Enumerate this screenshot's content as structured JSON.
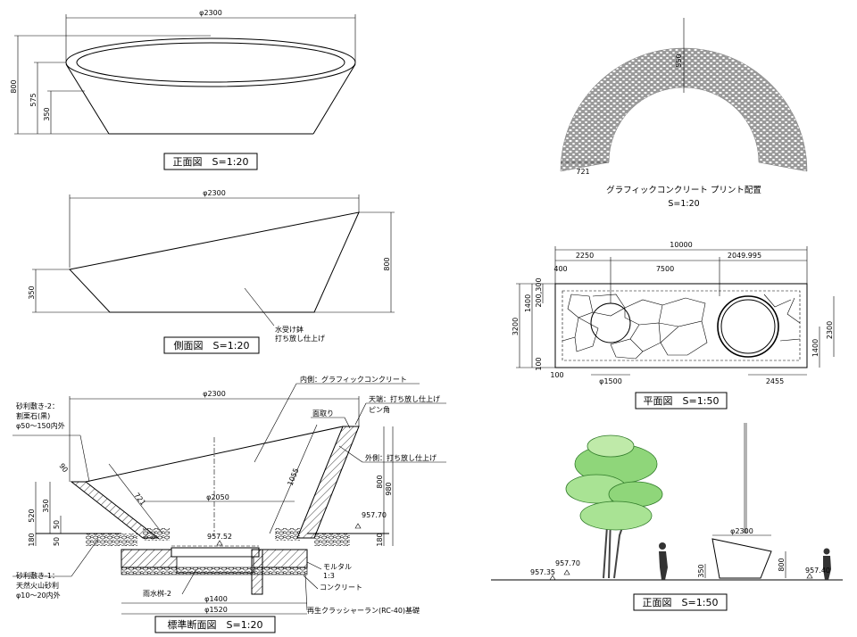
{
  "front_elev": {
    "title": "正面図　S=1:20",
    "dim_top": "φ2300",
    "dim_800": "800",
    "dim_575": "575",
    "dim_350": "350"
  },
  "side_elev": {
    "title": "側面図　S=1:20",
    "dim_top": "φ2300",
    "dim_800": "800",
    "dim_350": "350",
    "note1": "水受け鉢",
    "note2": "打ち放し仕上げ"
  },
  "section": {
    "title": "標準断面図　S=1:20",
    "dim_top": "φ2300",
    "dim_2050": "φ2050",
    "dim_1400": "φ1400",
    "dim_1520": "φ1520",
    "dim_721": "721",
    "dim_1055": "1055",
    "dim_90": "90",
    "dim_800": "800",
    "dim_980": "980",
    "dim_520": "520",
    "dim_350": "350",
    "dim_180a": "180",
    "dim_50a": "50",
    "dim_50b": "50",
    "dim_180b": "180",
    "lvl_1": "957.70",
    "lvl_2": "957.52",
    "n_gravel2_a": "砂利敷き-2：",
    "n_gravel2_b": "割栗石(黒)",
    "n_gravel2_c": "φ50～150内外",
    "n_gravel1_a": "砂利敷き-1：",
    "n_gravel1_b": "天然火山砂利",
    "n_gravel1_c": "φ10～20内外",
    "n_inner": "内側：グラフィックコンクリート",
    "n_chamfer": "面取り",
    "n_top_a": "天端：打ち放し仕上げ",
    "n_top_b": "ピン角",
    "n_outer": "外側：打ち放し仕上げ",
    "n_mortar_a": "モルタル",
    "n_mortar_b": "1:3",
    "n_concrete": "コンクリート",
    "n_drain": "雨水桝-2",
    "n_base": "再生クラッシャーラン(RC-40)基礎"
  },
  "print_layout": {
    "title_a": "グラフィックコンクリート プリント配置",
    "title_b": "S=1:20",
    "dim_550": "550",
    "dim_721": "721"
  },
  "plan": {
    "title": "平面図　S=1:50",
    "dim_10000": "10000",
    "dim_2250": "2250",
    "dim_7500": "7500",
    "dim_2049": "2049.995",
    "dim_400": "400",
    "dim_200_300": "200,300",
    "dim_1400a": "1400",
    "dim_3200": "3200",
    "dim_100a": "100",
    "dim_100b": "100",
    "dim_1500": "φ1500",
    "dim_2455": "2455",
    "dim_1400b": "1400",
    "dim_2300": "2300"
  },
  "front_50": {
    "title": "正面図　S=1:50",
    "lvl_1": "957.70",
    "lvl_2": "957.35",
    "lvl_3": "957.40",
    "dim_2300": "φ2300",
    "dim_350": "350",
    "dim_800": "800"
  }
}
